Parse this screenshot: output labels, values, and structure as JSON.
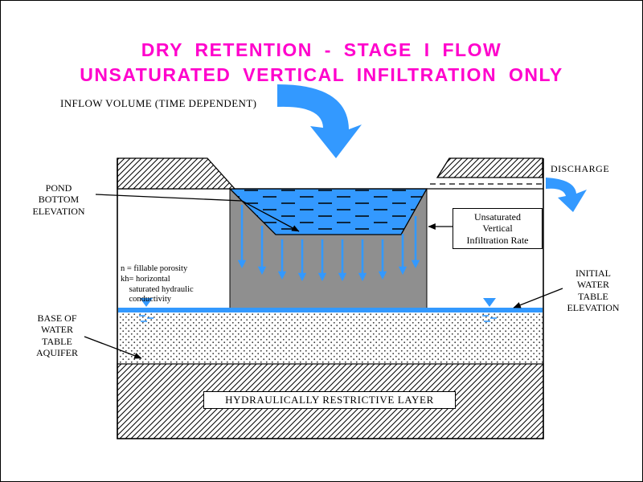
{
  "colors": {
    "title": "#FF00CC",
    "water": "#3399FF",
    "soil": "#8F8F8F"
  },
  "title": {
    "line1": "DRY RETENTION - STAGE I FLOW",
    "line2": "UNSATURATED VERTICAL INFILTRATION ONLY"
  },
  "annotations": {
    "inflow": "INFLOW VOLUME (TIME DEPENDENT)",
    "discharge": "DISCHARGE",
    "pond_bottom": "POND\nBOTTOM\nELEVATION",
    "unsaturated_rate": "Unsaturated\nVertical\nInfiltration Rate",
    "initial_water_table": "INITIAL\nWATER\nTABLE\nELEVATION",
    "base_aquifer": "BASE OF\nWATER\nTABLE\nAQUIFER",
    "restrictive_layer": "HYDRAULICALLY RESTRICTIVE LAYER",
    "soil_properties": "n = fillable porosity\nkh= horizontal\n    saturated hydraulic\n    conductivity"
  }
}
